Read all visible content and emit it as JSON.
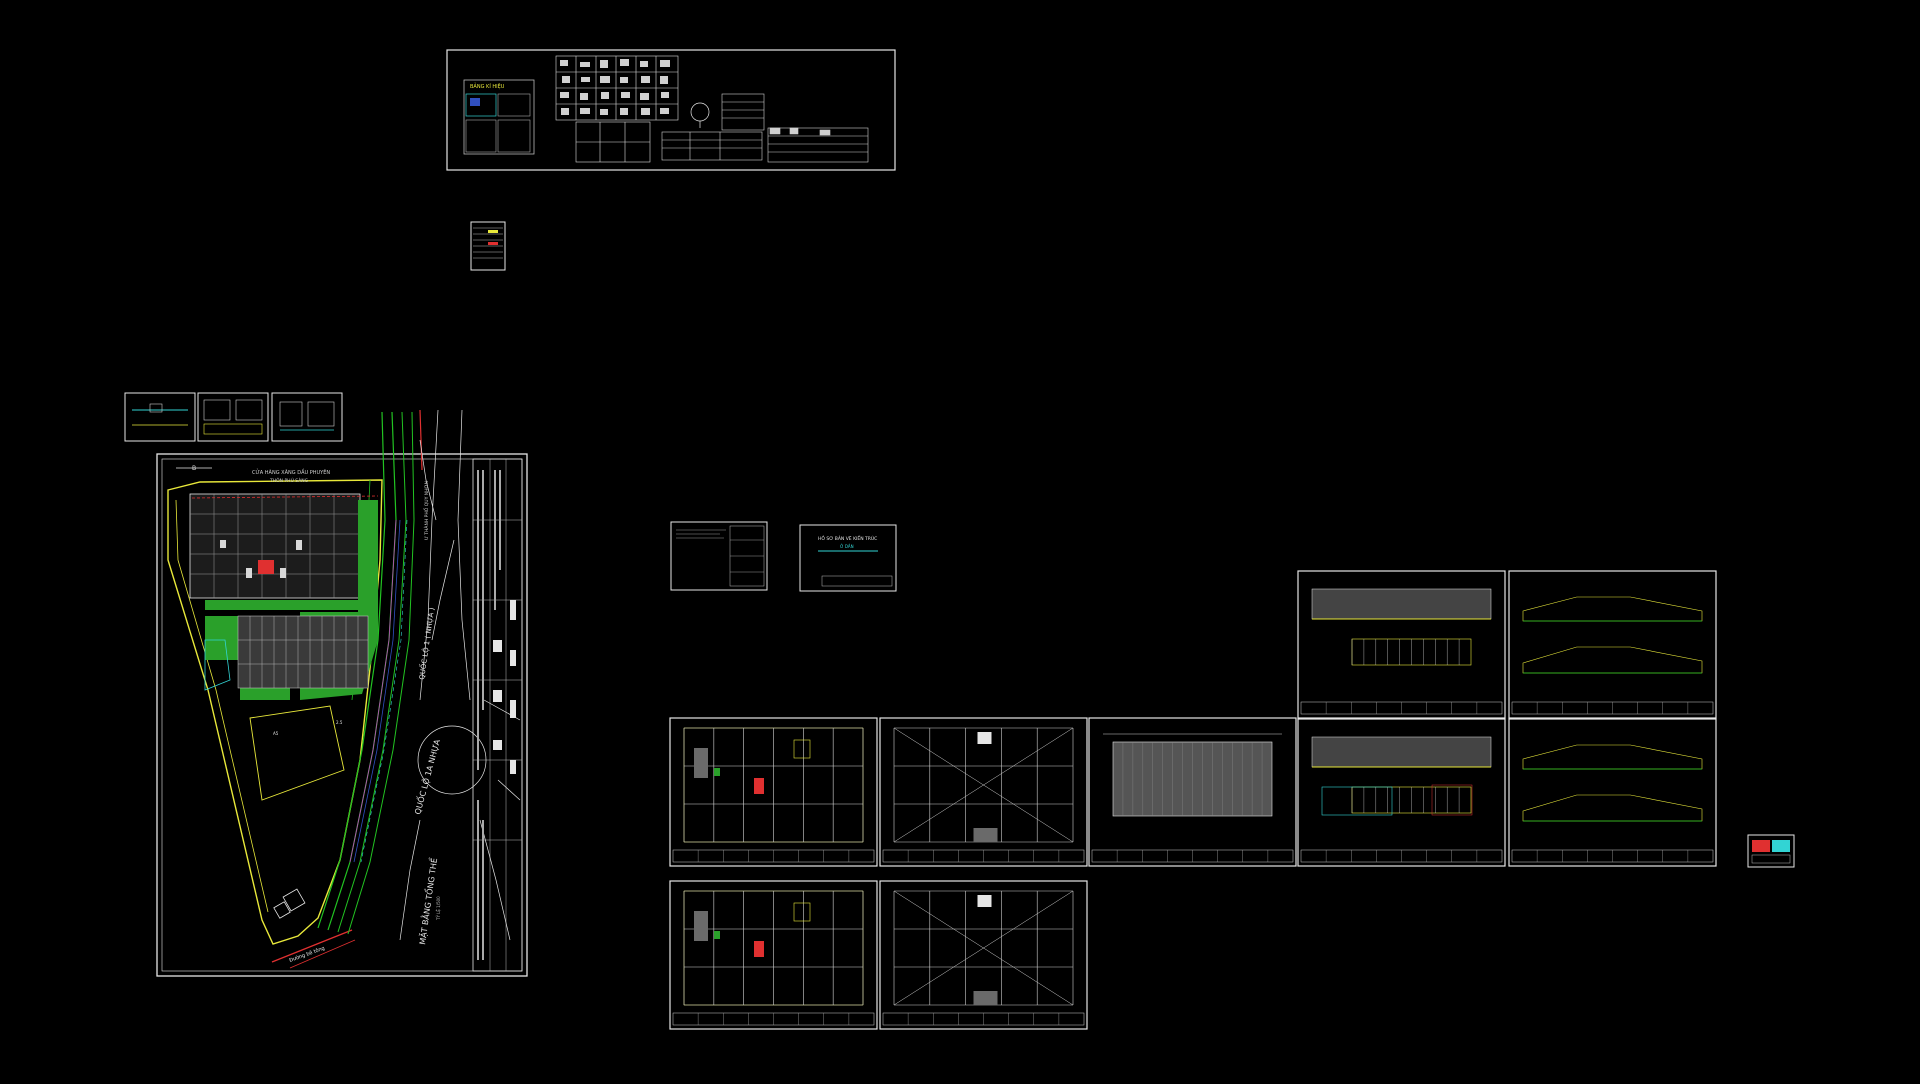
{
  "viewport": {
    "title": "",
    "background": "#000000"
  },
  "colors": {
    "line": "#e6e6e6",
    "green_fill": "#2aa02a",
    "green_line": "#22c322",
    "yellow": "#e8e83a",
    "red": "#e03030",
    "cyan": "#32d4d4",
    "magenta": "#c040c0",
    "gray": "#6a6a6a"
  },
  "legend_sheet": {
    "title": "BẢNG KÍ HIỆU"
  },
  "site_plan": {
    "label_top_1": "CỬA HÀNG XĂNG DẦU PHUYÊN",
    "label_top_2": "THÔN PHÚ SÀNG",
    "road_main_1": "QUỐC LỘ 1 ( NHỰA )",
    "road_main_2": "QUỐC LỘ 1A NHỰA",
    "road_bottom": "Đường bê tông",
    "road_label_vertical": "Ư THÀNH PHỐ QUY NHƠN",
    "road_rotated": "MẶT BẰNG TỔNG THỂ",
    "road_small": "TỶ LỆ 1/500",
    "north": "B",
    "zone_a5": "A5",
    "zone_c": "2.5"
  },
  "cover_sheet": {
    "title": "HỒ SƠ BẢN VẼ KIẾN TRÚC",
    "subtitle": "Ở DÂN"
  },
  "sheets": [
    {
      "name": "floor-plan-1"
    },
    {
      "name": "grid-plan-1"
    },
    {
      "name": "roof-plan"
    },
    {
      "name": "elevation-1"
    },
    {
      "name": "section-1"
    },
    {
      "name": "elevation-2"
    },
    {
      "name": "section-2"
    },
    {
      "name": "floor-plan-2"
    },
    {
      "name": "grid-plan-2"
    }
  ]
}
